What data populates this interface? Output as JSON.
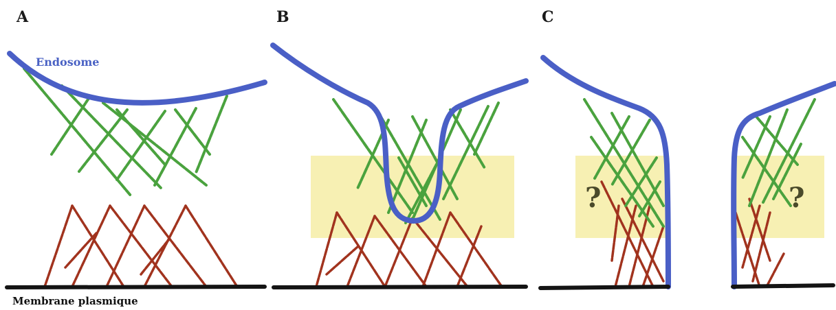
{
  "panels": {
    "a": {
      "letter": "A"
    },
    "b": {
      "letter": "B"
    },
    "c": {
      "letter": "C"
    }
  },
  "labels": {
    "endosome": "Endosome",
    "plasma_membrane": "Membrane plasmique"
  },
  "unknown": {
    "left_mark": "?",
    "right_mark": "?"
  },
  "colors": {
    "endosome_membrane": "#4a5fc6",
    "green_actin_network": "#4aa23e",
    "red_actin_network": "#a1331e",
    "plasma_membrane": "#141414",
    "highlight_zone": "#f6eda6"
  }
}
